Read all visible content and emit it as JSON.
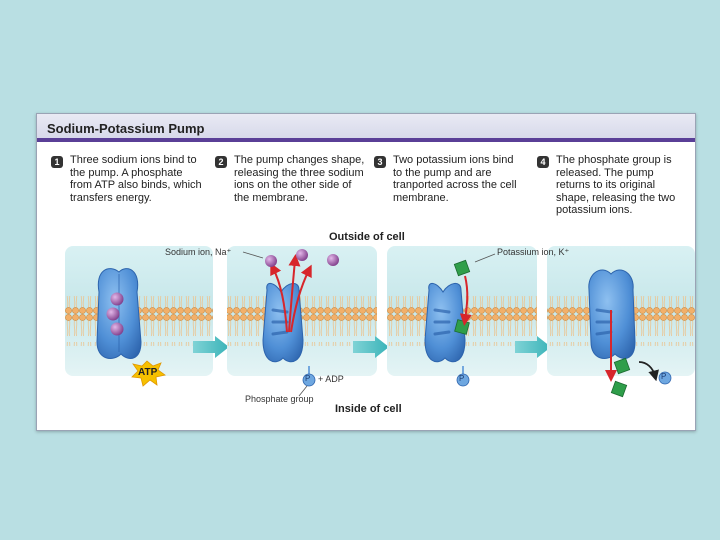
{
  "title": "Sodium-Potassium Pump",
  "steps": [
    {
      "number": "1",
      "text": "Three sodium ions bind to the pump. A phosphate from ATP also binds, which transfers energy."
    },
    {
      "number": "2",
      "text": "The pump changes shape, releasing the three sodium ions on the other side of the membrane."
    },
    {
      "number": "3",
      "text": "Two potassium ions bind to the pump and are tranported across the cell membrane."
    },
    {
      "number": "4",
      "text": "The phosphate group is released. The pump returns to its original shape, releasing the two potassium ions."
    }
  ],
  "labels": {
    "outside": "Outside of cell",
    "inside": "Inside of cell",
    "sodium_ion": "Sodium ion, Na⁺",
    "potassium_ion": "Potassium ion, K⁺",
    "phosphate_group": "Phosphate group",
    "atp": "ATP",
    "p_adp": "+ ADP",
    "p": "P"
  },
  "colors": {
    "header_bar": "#5a3f97",
    "pump": "#4f8fd6",
    "sodium": "#9b5aa6",
    "potassium": "#2f9e4a",
    "arrow": "#d7262b",
    "transition_arrow": "#3ab3b8",
    "atp_burst": "#f6c000"
  }
}
